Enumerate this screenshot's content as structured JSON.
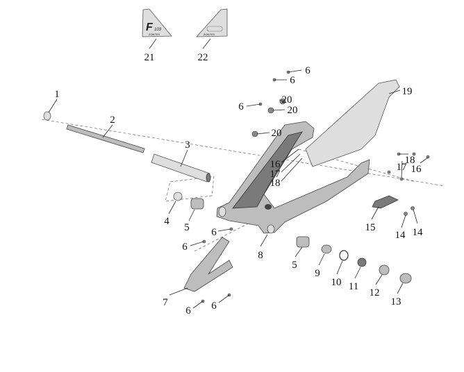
{
  "diagram": {
    "decals": {
      "left": {
        "logo_letter": "F",
        "logo_number": "103",
        "brand": "ZONTES"
      },
      "right": {
        "brand": "ZONTES"
      }
    },
    "callouts": [
      {
        "id": "c21",
        "text": "21"
      },
      {
        "id": "c22",
        "text": "22"
      },
      {
        "id": "c6a",
        "text": "6"
      },
      {
        "id": "c6b",
        "text": "6"
      },
      {
        "id": "c1",
        "text": "1"
      },
      {
        "id": "c19",
        "text": "19"
      },
      {
        "id": "c20a",
        "text": "20"
      },
      {
        "id": "c6c",
        "text": "6"
      },
      {
        "id": "c20b",
        "text": "20"
      },
      {
        "id": "c2",
        "text": "2"
      },
      {
        "id": "c20c",
        "text": "20"
      },
      {
        "id": "c3",
        "text": "3"
      },
      {
        "id": "c18a",
        "text": "18"
      },
      {
        "id": "c16a",
        "text": "16"
      },
      {
        "id": "c17a",
        "text": "17"
      },
      {
        "id": "c16b",
        "text": "16"
      },
      {
        "id": "c17b",
        "text": "17"
      },
      {
        "id": "c18b",
        "text": "18"
      },
      {
        "id": "c4",
        "text": "4"
      },
      {
        "id": "c5a",
        "text": "5"
      },
      {
        "id": "c15",
        "text": "15"
      },
      {
        "id": "c6d",
        "text": "6"
      },
      {
        "id": "c14a",
        "text": "14"
      },
      {
        "id": "c14b",
        "text": "14"
      },
      {
        "id": "c6e",
        "text": "6"
      },
      {
        "id": "c8",
        "text": "8"
      },
      {
        "id": "c5b",
        "text": "5"
      },
      {
        "id": "c9",
        "text": "9"
      },
      {
        "id": "c10",
        "text": "10"
      },
      {
        "id": "c11",
        "text": "11"
      },
      {
        "id": "c12",
        "text": "12"
      },
      {
        "id": "c7",
        "text": "7"
      },
      {
        "id": "c13",
        "text": "13"
      },
      {
        "id": "c6f",
        "text": "6"
      },
      {
        "id": "c6g",
        "text": "6"
      }
    ]
  }
}
